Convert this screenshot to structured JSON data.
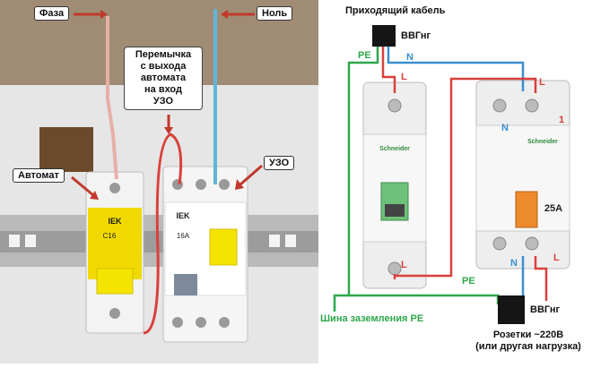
{
  "photo": {
    "labels": {
      "phase": "Фаза",
      "neutral": "Ноль",
      "jumper": [
        "Перемычка",
        "с выхода",
        "автомата",
        "на вход",
        "УЗО"
      ],
      "breaker": "Автомат",
      "rcd": "УЗО"
    },
    "breaker_print": {
      "brand": "IEK",
      "rating": "C16"
    },
    "rcd_print": {
      "brand": "IEK",
      "rating": "16A"
    }
  },
  "diagram": {
    "incoming_cable": "Приходящий кабель",
    "cable_top": "ВВГнг",
    "cable_bottom": "ВВГнг",
    "wires": {
      "pe": "PE",
      "n": "N",
      "l": "L"
    },
    "terminal_1": "1",
    "rcd_rating": "25A",
    "brand": "Schneider",
    "ground_bus": "Шина заземления PE",
    "load": [
      "Розетки ~220В",
      "(или другая нагрузка)"
    ]
  },
  "colors": {
    "phase": "#d9403a",
    "neutral": "#3a8fd0",
    "pe": "#2ea84a",
    "photo_bg": "#9b8870",
    "din_rail": "#b8b8b8"
  }
}
